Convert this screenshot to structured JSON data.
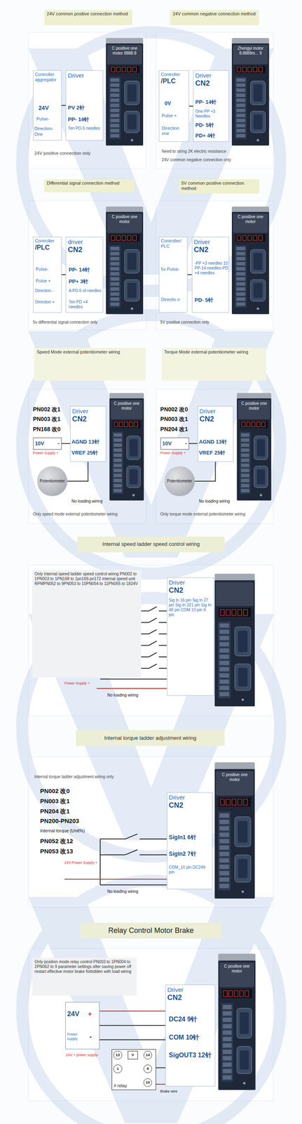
{
  "diagram": {
    "nodes": [
      {
        "text": [
          "24V common positive connection method"
        ]
      },
      {
        "text": [
          "24V common negative connection method"
        ]
      },
      {
        "text": [
          "Controller aggregator"
        ]
      },
      {
        "text": [
          "Driver"
        ]
      },
      {
        "text": [
          "C positive one motor 8888.8"
        ]
      },
      {
        "text": [
          "Controller",
          "/PLC"
        ]
      },
      {
        "text": [
          "Driver",
          "CN2"
        ]
      },
      {
        "text": [
          "Zhengyi motor 8.8888m... 9"
        ]
      },
      {
        "text": [
          "Differential signal connection method"
        ]
      },
      {
        "text": [
          "5V common positive connection method"
        ]
      },
      {
        "text": [
          "Controller",
          "/PLC"
        ]
      },
      {
        "text": [
          "driver",
          "CN2"
        ]
      },
      {
        "text": [
          "C positive one motor"
        ]
      },
      {
        "text": [
          "Controller/ PLC"
        ]
      },
      {
        "text": [
          "Driver",
          "CN2"
        ]
      },
      {
        "text": [
          "C positive one motor"
        ]
      },
      {
        "text": [
          "Speed Mode external potentiometer wiring"
        ]
      },
      {
        "text": [
          "Torque Mode external potentiometer wiring"
        ]
      },
      {
        "text": [
          "10V",
          "-"
        ]
      },
      {
        "text": [
          "Driver",
          "CN2"
        ]
      },
      {
        "text": [
          "Potentiometer"
        ]
      },
      {
        "text": [
          "C positive one motor"
        ]
      },
      {
        "text": [
          "10V",
          "-"
        ]
      },
      {
        "text": [
          "Driver",
          "CN2"
        ]
      },
      {
        "text": [
          "Potentiometer"
        ]
      },
      {
        "text": [
          "C positive one motor"
        ]
      },
      {
        "text": [
          "Internal speed ladder speed control wiring"
        ]
      },
      {
        "text": [
          "Only internal speed ladder speed control wiring PN002 to 1PN003 to 1PN168 to 1pn169-pn172 internal speed unit RPMPN052 to 9PN053 to 10PN054 to 11PN055 to 1824V"
        ]
      },
      {
        "text": [
          "Driver",
          "CN2",
          "Sig In 16 pin Sig In 27 pin Sig In 321 pin Sig In 48 pin COM 10 pin 9 pin"
        ]
      },
      {
        "text": [
          "Internal torque ladder adjustment wiring"
        ]
      },
      {
        "text": [
          "Driver",
          "CN2"
        ]
      },
      {
        "text": [
          "C positive one motor"
        ]
      },
      {
        "text": [
          "Relay Control Motor Brake"
        ]
      },
      {
        "text": [
          "Only position mode relay control PN003 to 1PN004 to 2PN062 to 9 parameter settings after saving power off restart effective motor brake forbidden with load wiring"
        ]
      },
      {
        "text": [
          "24V",
          "+",
          "Power supply",
          "-"
        ]
      },
      {
        "text": [
          "# relay"
        ]
      },
      {
        "text": [
          "13"
        ],
        "in": 35
      },
      {
        "text": [
          "V"
        ],
        "in": 35
      },
      {
        "text": [
          "14"
        ],
        "in": 35
      },
      {
        "text": [
          "1"
        ],
        "in": 35
      },
      {
        "text": [
          "9"
        ],
        "in": 35
      },
      {
        "text": [
          "10"
        ],
        "in": 35
      },
      {
        "text": [
          "Driver",
          "CN2"
        ]
      },
      {
        "text": [
          "C positive one motor"
        ]
      }
    ],
    "edges": [
      {
        "from": 2,
        "to": 3,
        "arrow": "none"
      },
      {
        "from": 5,
        "to": 6,
        "arrow": "none"
      },
      {
        "from": 10,
        "to": 11,
        "arrow": "none"
      },
      {
        "from": 13,
        "to": 14,
        "arrow": "none"
      },
      {
        "from": 18,
        "to": 19,
        "arrow": "none"
      },
      {
        "from": 20,
        "to": 19,
        "arrow": "none"
      },
      {
        "from": 22,
        "to": 23,
        "arrow": "none"
      },
      {
        "from": 24,
        "to": 23,
        "arrow": "none"
      },
      {
        "from": 34,
        "to": 42,
        "arrow": "none"
      },
      {
        "from": 35,
        "to": 42,
        "arrow": "none"
      }
    ],
    "labels": [
      "24V",
      "Pulse-",
      "Direction-One",
      "PV 2针",
      "PP- 14针",
      "Ten PD-5 needles",
      "24V positive connection only",
      "0V",
      "Pulse +",
      "Direction one",
      "PP- 14针",
      "One PP +3 Needles",
      "PD- 5针",
      "PD+ 4针",
      "Need to string 2K electric resistance",
      "24V common negative connection only",
      "Pulse-",
      "Pulse +",
      "Direction -",
      "Direction +",
      "PP- 14针",
      "PP+ 3针",
      "A PD-5 of needles",
      "Ten PD +4 needles",
      "5v differential signal connection only",
      "5v Pulse-",
      "Directio n",
      "-PP +3 needles 10 PP-14 needles-PD +4 needles",
      "PD- 5针",
      "5V positive connection only",
      "PN002 改1",
      "PN003 改1",
      "PN168 改0",
      "Power Supply +",
      "AGND 13针",
      "VREF 25针",
      "No loading wiring",
      "Only speed mode external potentiometer wiring",
      "PN002 改0",
      "PN003 改1",
      "PN204 改1",
      "Power Supply +",
      "AGND 13针",
      "VREF 25针",
      "No loading wiring",
      "Only torque mode external potentiometer wiring",
      "Power Supply +",
      "No loading wiring",
      "Internal torque ladder adjustment wiring only",
      "PN002 改0",
      "PN003 改1",
      "PN204 改1",
      "PN200-PN203",
      "Internal torque (Unit%)",
      "PN052 改12",
      "PN053 改13",
      "SigIn1 6针",
      "SigIn2 7针",
      "COM_10 pin DC249 pin",
      "24V-Power Supply +",
      "No loading wiring",
      "24V + power supply-",
      "DC24 9针",
      "COM 10针",
      "SigOUT3 12针",
      "Brake wire"
    ]
  }
}
